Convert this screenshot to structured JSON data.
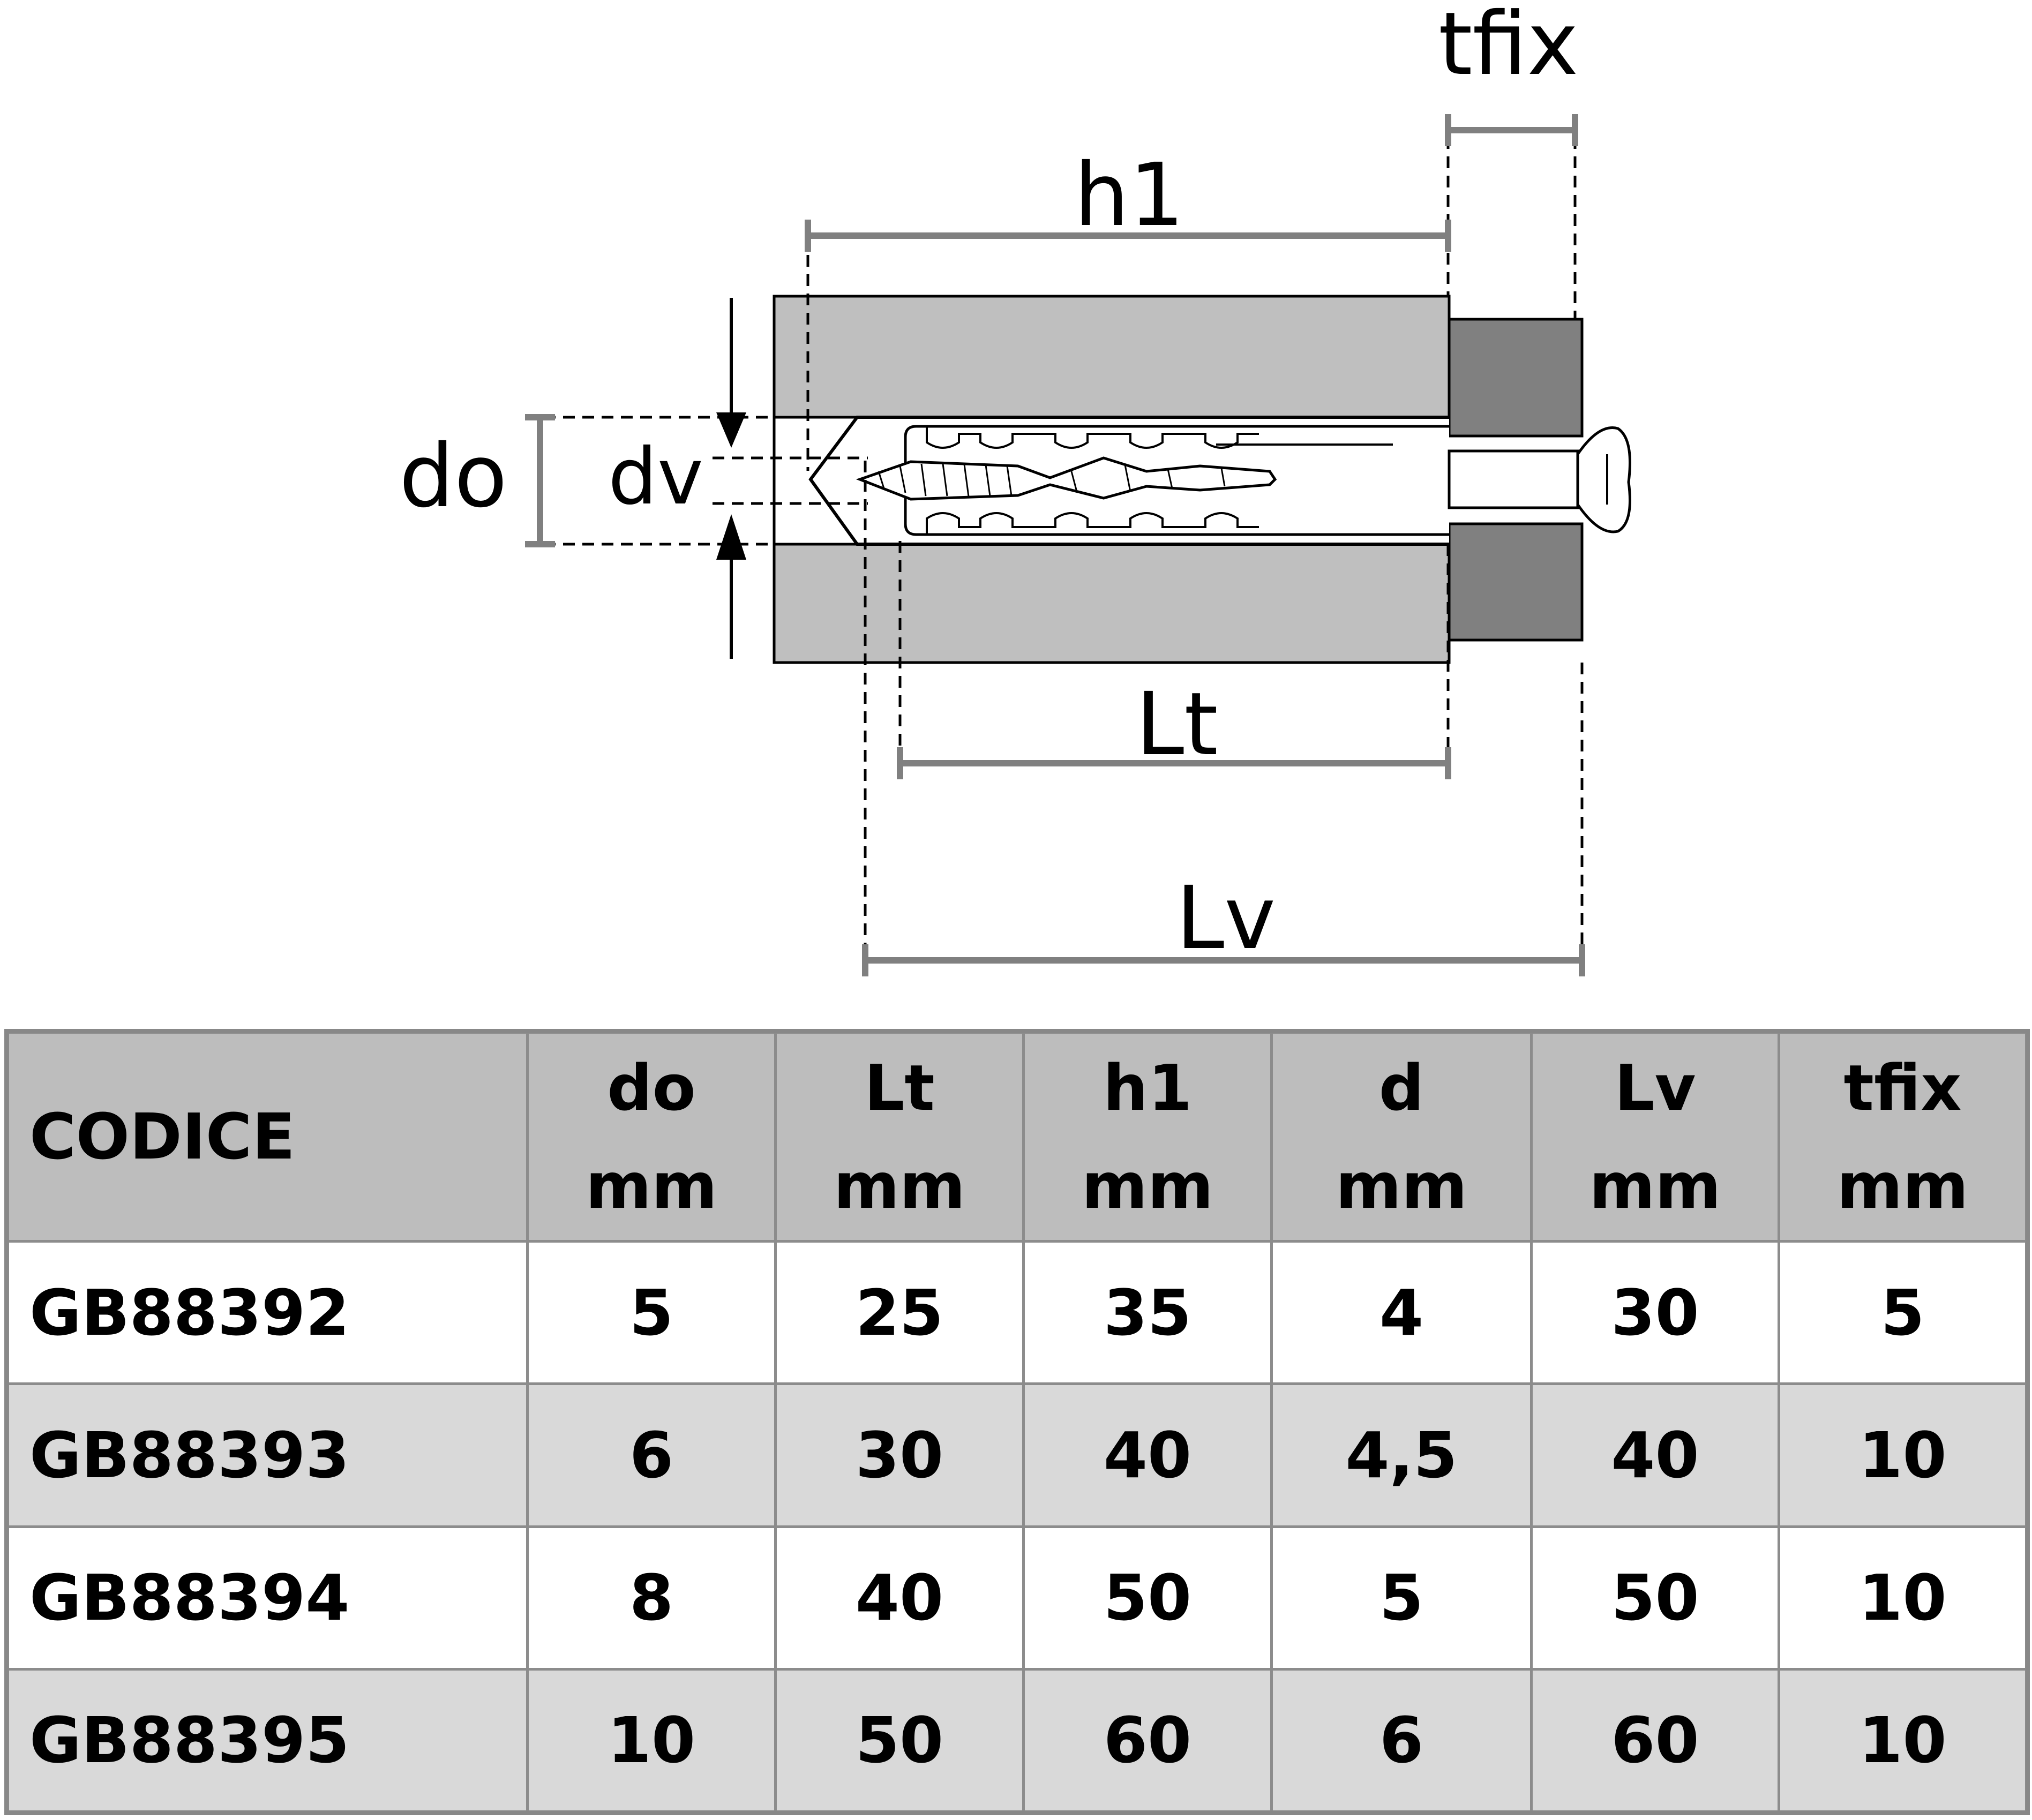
{
  "diagram": {
    "labels": {
      "tfix": "tfix",
      "h1": "h1",
      "do": "do",
      "dv": "dv",
      "lt": "Lt",
      "lv": "Lv"
    },
    "colors": {
      "wall": "#bfbfbf",
      "fixture": "#808080",
      "dimension_line": "#808080",
      "outline": "#000000"
    }
  },
  "table": {
    "code_header": "CODICE",
    "columns": [
      {
        "name": "do",
        "unit": "mm"
      },
      {
        "name": "Lt",
        "unit": "mm"
      },
      {
        "name": "h1",
        "unit": "mm"
      },
      {
        "name": "d",
        "unit": "mm"
      },
      {
        "name": "Lv",
        "unit": "mm"
      },
      {
        "name": "tfix",
        "unit": "mm"
      }
    ],
    "rows": [
      {
        "code": "GB88392",
        "values": [
          "5",
          "25",
          "35",
          "4",
          "30",
          "5"
        ]
      },
      {
        "code": "GB88393",
        "values": [
          "6",
          "30",
          "40",
          "4,5",
          "40",
          "10"
        ]
      },
      {
        "code": "GB88394",
        "values": [
          "8",
          "40",
          "50",
          "5",
          "50",
          "10"
        ]
      },
      {
        "code": "GB88395",
        "values": [
          "10",
          "50",
          "60",
          "6",
          "60",
          "10"
        ]
      }
    ],
    "colors": {
      "header_bg": "#bdbdbd",
      "row_alt_bg": "#d9d9d9",
      "border": "#8c8c8c"
    }
  }
}
